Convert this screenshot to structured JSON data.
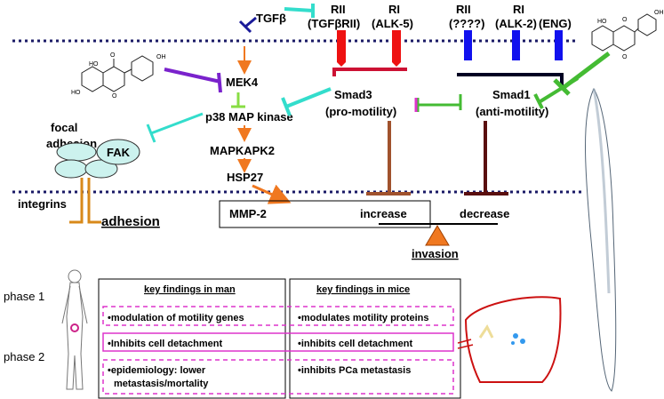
{
  "receptors": {
    "tgfb": "TGFβ",
    "rii_left_line1": "RII",
    "rii_left_line2": "(TGFβRII)",
    "ri_left_line1": "RI",
    "ri_left_line2": "(ALK-5)",
    "rii_right_line1": "RII",
    "rii_right_line2": "(????)",
    "ri_right_line1": "RI",
    "ri_right_line2": "(ALK-2)",
    "eng": "(ENG)"
  },
  "pathway": {
    "mek4": "MEK4",
    "p38": "p38 MAP kinase",
    "mapkapk2": "MAPKAPK2",
    "hsp27": "HSP27",
    "mmp2": "MMP-2",
    "smad3_name": "Smad3",
    "smad3_role": "(pro-motility)",
    "smad1_name": "Smad1",
    "smad1_role": "(anti-motility)",
    "increase": "increase",
    "decrease": "decrease",
    "invasion": "invasion"
  },
  "adhesion": {
    "focal_line1": "focal",
    "focal_line2": "adhesion",
    "fak": "FAK",
    "integrins": "integrins",
    "adhesion": "adhesion"
  },
  "phases": {
    "phase1": "phase 1",
    "phase2": "phase 2"
  },
  "findings": {
    "man_title": "key findings in man",
    "mice_title": "key findings in mice",
    "man_items": [
      "•modulation of motility genes",
      "•Inhibits cell detachment",
      "•epidemiology: lower",
      "metastasis/mortality"
    ],
    "mice_items": [
      "•modulates motility proteins",
      "•inhibits cell detachment",
      "•inhibits PCa metastasis"
    ]
  },
  "colors": {
    "membrane": "#1a1a66",
    "tgfb_receptor_red": "#ee1111",
    "bmp_receptor_blue": "#1111ee",
    "arrow_orange": "#f07820",
    "inhibit_purple": "#7a22cc",
    "inhibit_cyan": "#33ddcc",
    "inhibit_green": "#44bb33",
    "smad3_brown": "#a0522d",
    "smad1_darkred": "#5a0f0f",
    "box_magenta": "#dd33cc"
  }
}
